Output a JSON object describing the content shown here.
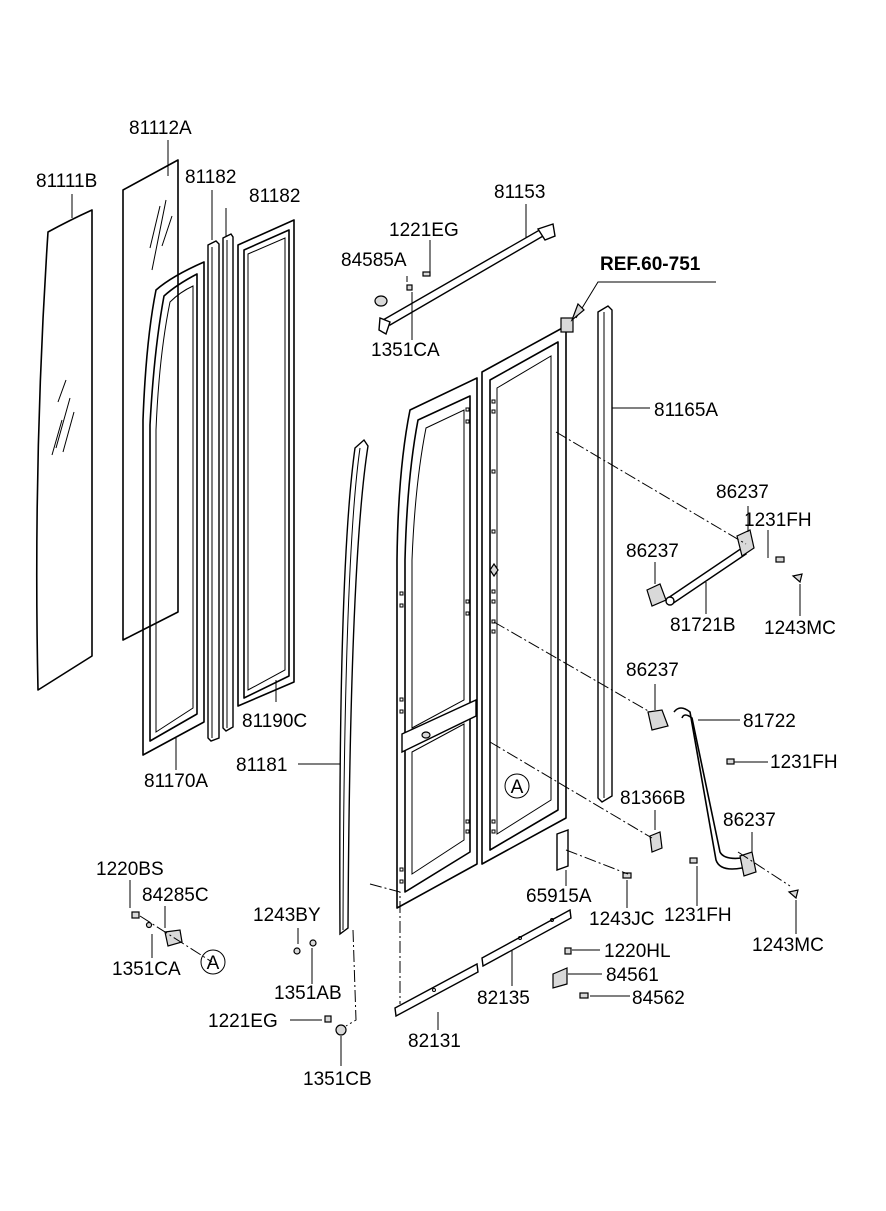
{
  "reference": "REF.60-751",
  "callout": "A",
  "parts": {
    "p81112A": "81112A",
    "p81111B": "81111B",
    "p81182a": "81182",
    "p81182b": "81182",
    "p81153": "81153",
    "p1221EG_top": "1221EG",
    "p84585A": "84585A",
    "p1351CA_top": "1351CA",
    "p81165A": "81165A",
    "p86237_a": "86237",
    "p1231FH_a": "1231FH",
    "p86237_b": "86237",
    "p81721B": "81721B",
    "p1243MC_a": "1243MC",
    "p81190C": "81190C",
    "p81170A": "81170A",
    "p81181": "81181",
    "p86237_c": "86237",
    "p81722": "81722",
    "p1231FH_b": "1231FH",
    "p81366B": "81366B",
    "p86237_d": "86237",
    "p1220BS": "1220BS",
    "p84285C": "84285C",
    "p1351CA_bot": "1351CA",
    "p1243BY": "1243BY",
    "p1351AB": "1351AB",
    "p65915A": "65915A",
    "p1243JC": "1243JC",
    "p1231FH_c": "1231FH",
    "p1243MC_b": "1243MC",
    "p1220HL": "1220HL",
    "p84561": "84561",
    "p84562": "84562",
    "p82135": "82135",
    "p1221EG_bot": "1221EG",
    "p82131": "82131",
    "p1351CB": "1351CB"
  }
}
